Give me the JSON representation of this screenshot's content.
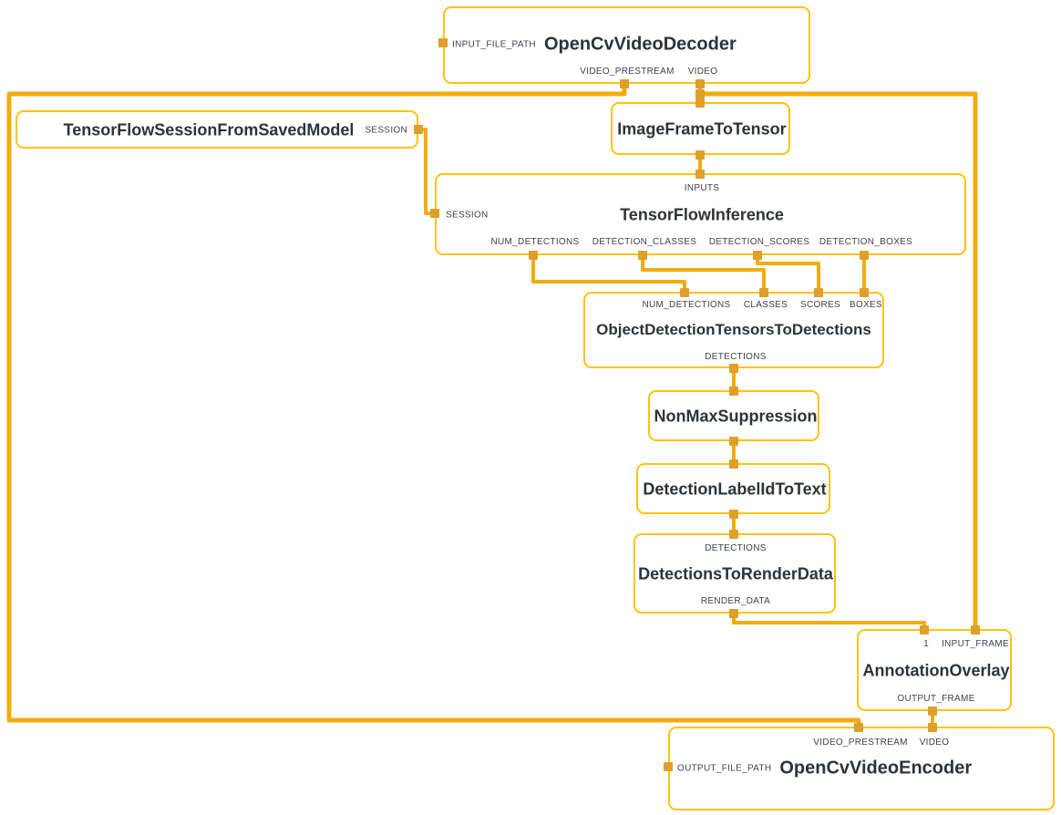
{
  "diagram": {
    "type": "mediapipe-graph",
    "colors": {
      "node_border": "#FFC30D",
      "edge": "#F2AC0E",
      "port": "#DE9F2B",
      "title_text": "#2E3338",
      "label_text": "#3E4348",
      "background": "#FFFFFF"
    },
    "nodes": {
      "decoder": {
        "title": "OpenCvVideoDecoder",
        "side_label": "INPUT_FILE_PATH",
        "out_labels": {
          "prestream": "VIDEO_PRESTREAM",
          "video": "VIDEO"
        }
      },
      "session_model": {
        "title": "TensorFlowSessionFromSavedModel",
        "side_label": "SESSION"
      },
      "image_to_tensor": {
        "title": "ImageFrameToTensor"
      },
      "inference": {
        "title": "TensorFlowInference",
        "top_label": "INPUTS",
        "side_label": "SESSION",
        "out_labels": {
          "num": "NUM_DETECTIONS",
          "classes": "DETECTION_CLASSES",
          "scores": "DETECTION_SCORES",
          "boxes": "DETECTION_BOXES"
        }
      },
      "tensors_to_detections": {
        "title": "ObjectDetectionTensorsToDetections",
        "in_labels": {
          "num": "NUM_DETECTIONS",
          "classes": "CLASSES",
          "scores": "SCORES",
          "boxes": "BOXES"
        },
        "out_labels": {
          "detections": "DETECTIONS"
        }
      },
      "non_max_suppression": {
        "title": "NonMaxSuppression"
      },
      "label_id_to_text": {
        "title": "DetectionLabelIdToText"
      },
      "detections_to_render_data": {
        "title": "DetectionsToRenderData",
        "in_labels": {
          "detections": "DETECTIONS"
        },
        "out_labels": {
          "render_data": "RENDER_DATA"
        }
      },
      "annotation_overlay": {
        "title": "AnnotationOverlay",
        "in_labels": {
          "one": "1",
          "input_frame": "INPUT_FRAME"
        },
        "out_labels": {
          "output_frame": "OUTPUT_FRAME"
        }
      },
      "encoder": {
        "title": "OpenCvVideoEncoder",
        "side_label": "OUTPUT_FILE_PATH",
        "in_labels": {
          "prestream": "VIDEO_PRESTREAM",
          "video": "VIDEO"
        }
      }
    }
  }
}
